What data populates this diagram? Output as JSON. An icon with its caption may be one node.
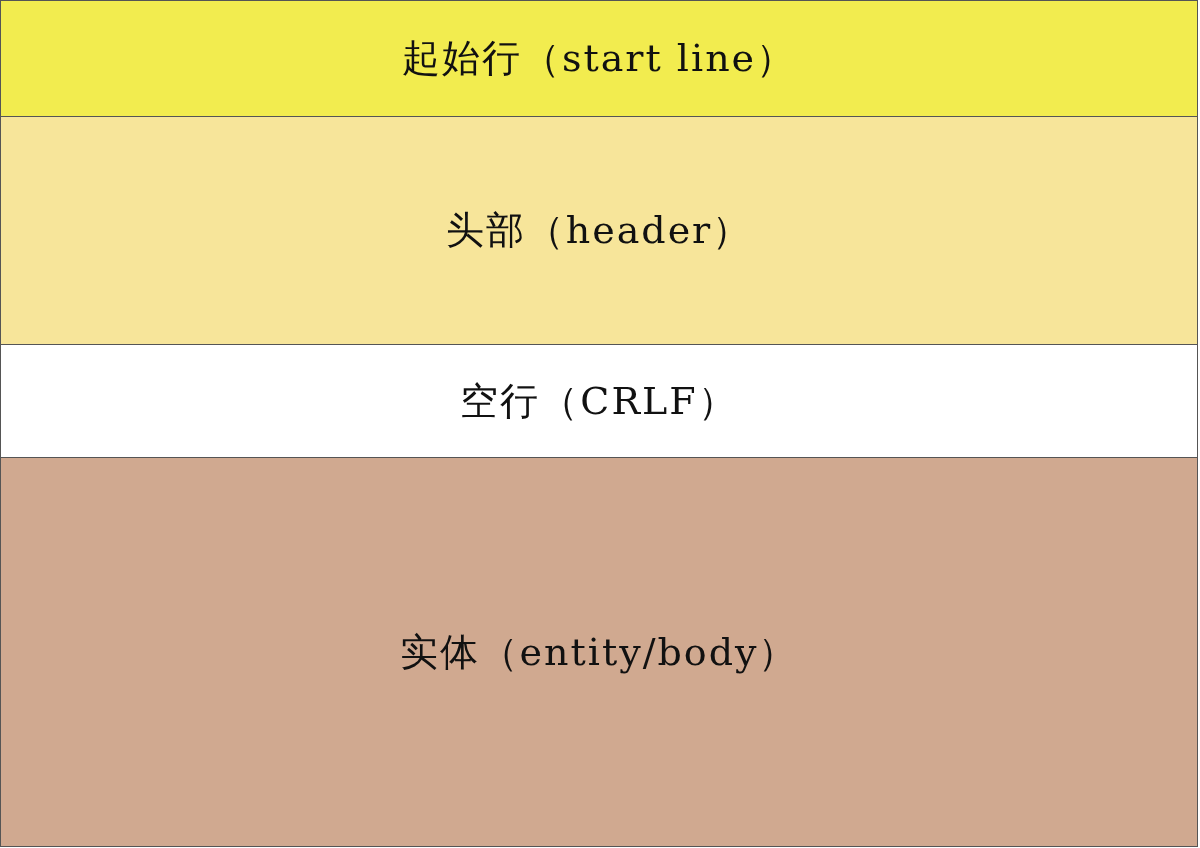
{
  "diagram": {
    "nodes": [
      {
        "text": [
          "起始行（start line）"
        ]
      },
      {
        "text": [
          "头部（header）"
        ]
      },
      {
        "text": [
          "空行（CRLF）"
        ]
      },
      {
        "text": [
          "实体（entity/body）"
        ]
      }
    ]
  }
}
